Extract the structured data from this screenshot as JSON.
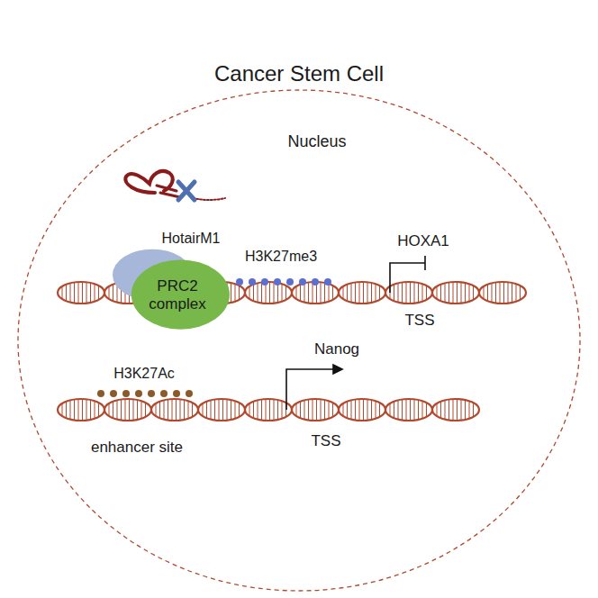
{
  "diagram": {
    "title": "Cancer Stem Cell",
    "nodes": [
      {
        "text": [
          "PRC2 complex"
        ]
      }
    ],
    "labels": [
      "Nucleus",
      "HotairM1",
      "H3K27me3",
      "HOXA1",
      "TSS",
      "H3K27Ac",
      "Nanog",
      "enhancer site",
      "TSS"
    ]
  }
}
